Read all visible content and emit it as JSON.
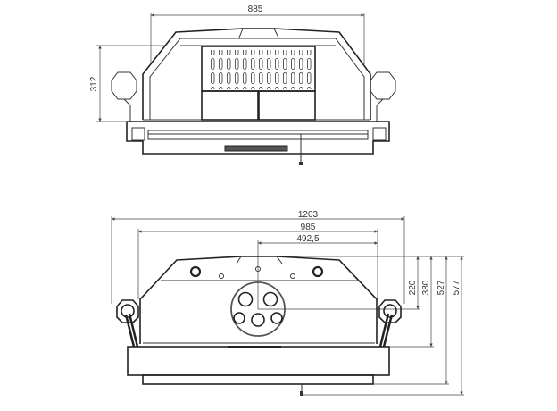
{
  "top_view": {
    "dimensions": {
      "width": "885",
      "height": "312"
    }
  },
  "front_view": {
    "dimensions": {
      "overall_width": "1203",
      "body_width": "985",
      "center_offset": "492,5",
      "h1": "220",
      "h2": "380",
      "h3": "527",
      "h4": "577"
    }
  }
}
